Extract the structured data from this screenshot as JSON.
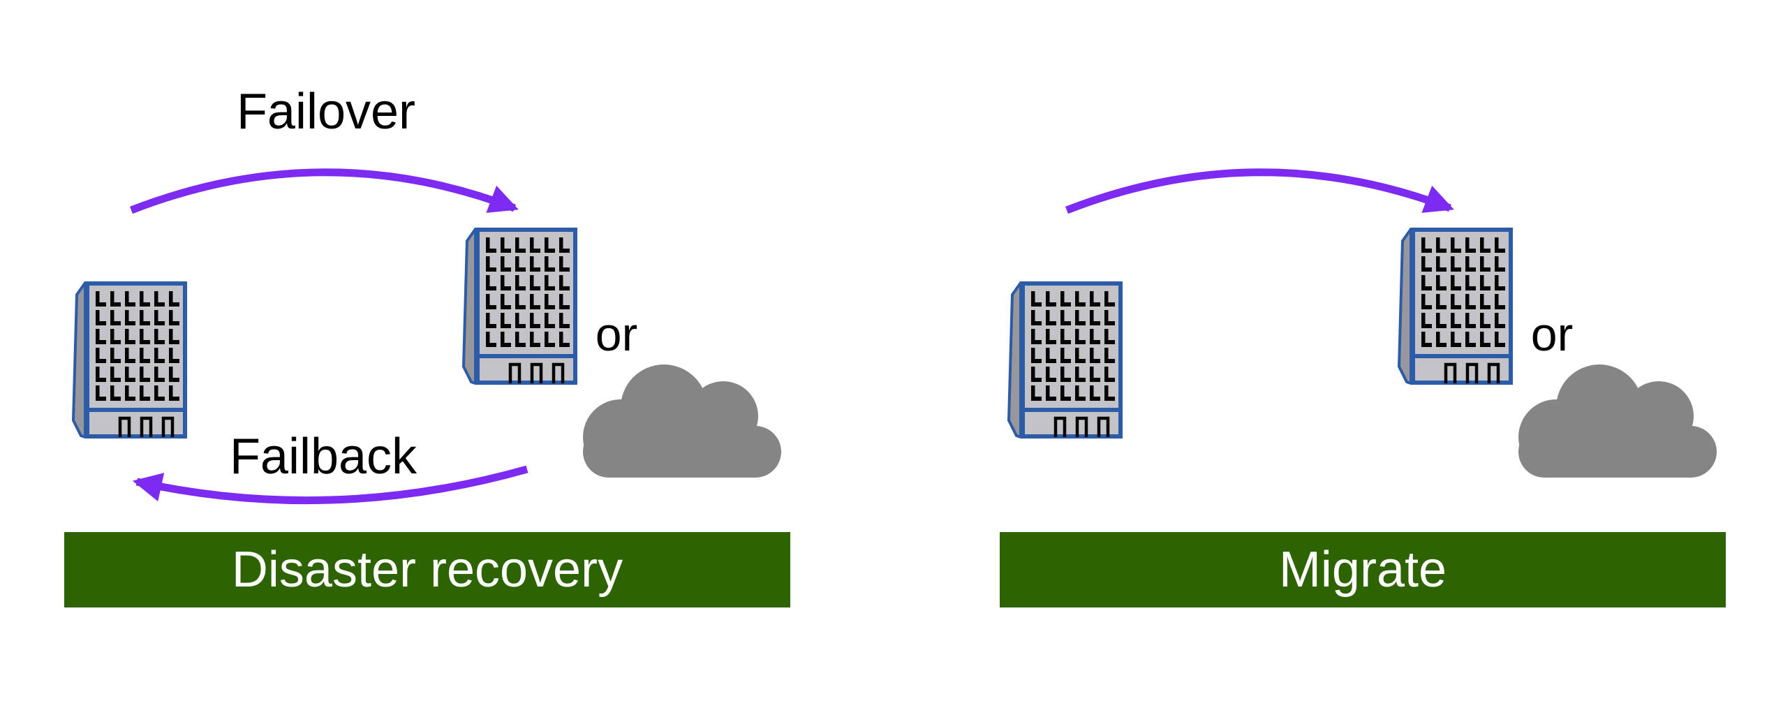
{
  "colors": {
    "purple_arrow": "#7D2AF3",
    "banner_green": "#2E6301",
    "building_face": "#C3C3C7",
    "building_side": "#97979C",
    "building_border": "#2C5BA7",
    "window_black": "#050505",
    "cloud_gray": "#858585",
    "label_text": "#000000",
    "banner_text": "#FFFFFF",
    "background": "#FFFFFF"
  },
  "icons": {
    "building": "office-building-icon",
    "cloud": "cloud-icon",
    "failover_arrow": "curved-arrow-right-icon",
    "failback_arrow": "curved-arrow-left-icon",
    "migrate_arrow": "curved-arrow-right-icon"
  },
  "panels": [
    {
      "id": "disaster-recovery",
      "failover_label": "Failover",
      "failback_label": "Failback",
      "or_label": "or",
      "banner_label": "Disaster recovery"
    },
    {
      "id": "migrate",
      "or_label": "or",
      "banner_label": "Migrate"
    }
  ]
}
